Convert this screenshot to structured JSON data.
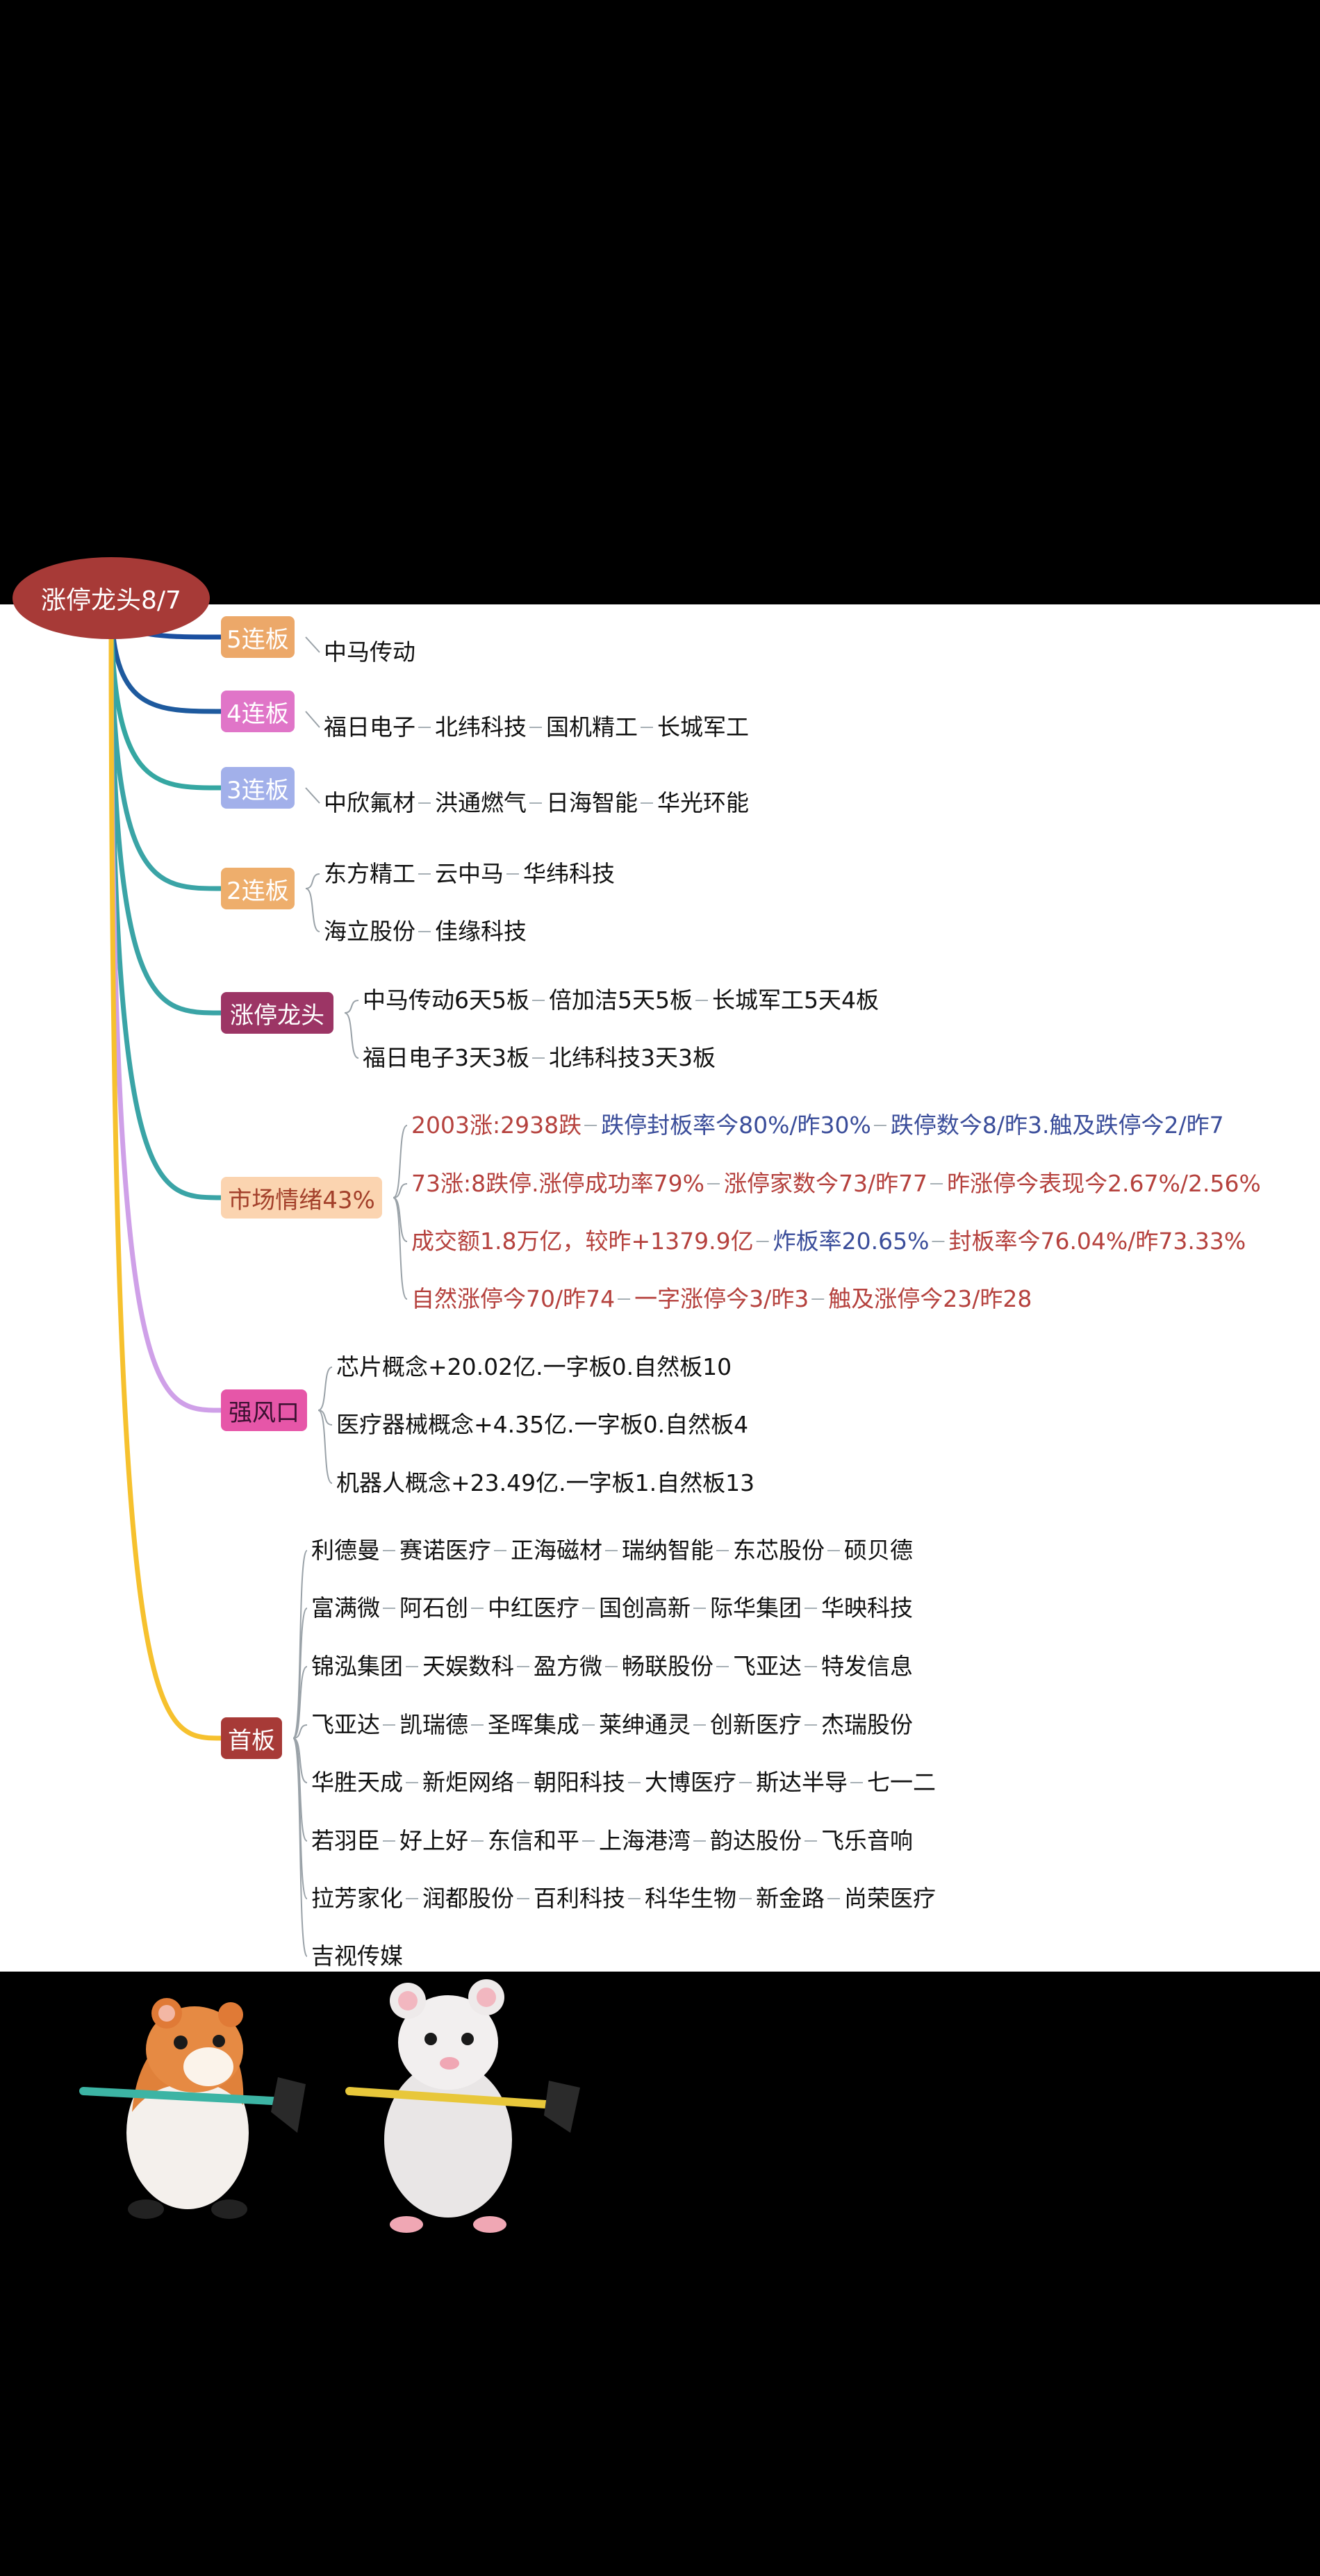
{
  "root": {
    "label": "涨停龙头8/7",
    "color": "#a73a37"
  },
  "categories": [
    {
      "id": "five",
      "label": "5连板",
      "color": "#eca869",
      "text_color": "#ffffff"
    },
    {
      "id": "four",
      "label": "4连板",
      "color": "#e075c8",
      "text_color": "#ffffff"
    },
    {
      "id": "three",
      "label": "3连板",
      "color": "#a2b0ea",
      "text_color": "#ffffff"
    },
    {
      "id": "two",
      "label": "2连板",
      "color": "#eeae6c",
      "text_color": "#ffffff"
    },
    {
      "id": "leader",
      "label": "涨停龙头",
      "color": "#9c3565",
      "text_color": "#ffffff"
    },
    {
      "id": "mood",
      "label": "市场情绪43%",
      "color": "#fbd4b0",
      "text_color": "#a3402b"
    },
    {
      "id": "wind",
      "label": "强风口",
      "color": "#e656a8",
      "text_color": "#3a1030"
    },
    {
      "id": "first",
      "label": "首板",
      "color": "#a73a37",
      "text_color": "#ffffff"
    }
  ],
  "rows": {
    "five": [
      [
        "中马传动"
      ]
    ],
    "four": [
      [
        "福日电子",
        "北纬科技",
        "国机精工",
        "长城军工"
      ]
    ],
    "three": [
      [
        "中欣氟材",
        "洪通燃气",
        "日海智能",
        "华光环能"
      ]
    ],
    "two": [
      [
        "东方精工",
        "云中马",
        "华纬科技"
      ],
      [
        "海立股份",
        "佳缘科技"
      ]
    ],
    "leader": [
      [
        "中马传动6天5板",
        "倍加洁5天5板",
        "长城军工5天4板"
      ],
      [
        "福日电子3天3板",
        "北纬科技3天3板"
      ]
    ],
    "mood": [
      [
        {
          "t": "2003涨:2938跌",
          "c": "red"
        },
        {
          "t": "跌停封板率今80%/昨30%",
          "c": "blue"
        },
        {
          "t": "跌停数今8/昨3.触及跌停今2/昨7",
          "c": "blue"
        }
      ],
      [
        {
          "t": "73涨:8跌停.涨停成功率79%",
          "c": "red"
        },
        {
          "t": "涨停家数今73/昨77",
          "c": "red"
        },
        {
          "t": "昨涨停今表现今2.67%/2.56%",
          "c": "red"
        }
      ],
      [
        {
          "t": "成交额1.8万亿，较昨+1379.9亿",
          "c": "red"
        },
        {
          "t": "炸板率20.65%",
          "c": "blue"
        },
        {
          "t": "封板率今76.04%/昨73.33%",
          "c": "red"
        }
      ],
      [
        {
          "t": "自然涨停今70/昨74",
          "c": "red"
        },
        {
          "t": "一字涨停今3/昨3",
          "c": "red"
        },
        {
          "t": "触及涨停今23/昨28",
          "c": "red"
        }
      ]
    ],
    "wind": [
      [
        "芯片概念+20.02亿.一字板0.自然板10"
      ],
      [
        "医疗器械概念+4.35亿.一字板0.自然板4"
      ],
      [
        "机器人概念+23.49亿.一字板1.自然板13"
      ]
    ],
    "first": [
      [
        "利德曼",
        "赛诺医疗",
        "正海磁材",
        "瑞纳智能",
        "东芯股份",
        "硕贝德"
      ],
      [
        "富满微",
        "阿石创",
        "中红医疗",
        "国创高新",
        "际华集团",
        "华映科技"
      ],
      [
        "锦泓集团",
        "天娱数科",
        "盈方微",
        "畅联股份",
        "飞亚达",
        "特发信息"
      ],
      [
        "飞亚达",
        "凯瑞德",
        "圣晖集成",
        "莱绅通灵",
        "创新医疗",
        "杰瑞股份"
      ],
      [
        "华胜天成",
        "新炬网络",
        "朝阳科技",
        "大博医疗",
        "斯达半导",
        "七一二"
      ],
      [
        "若羽臣",
        "好上好",
        "东信和平",
        "上海港湾",
        "韵达股份",
        "飞乐音响"
      ],
      [
        "拉芳家化",
        "润都股份",
        "百利科技",
        "科华生物",
        "新金路",
        "尚荣医疗"
      ],
      [
        "吉视传媒"
      ]
    ]
  },
  "branch_colors": {
    "five": "#1a4fa0",
    "four": "#1e5a9e",
    "three": "#35a7a2",
    "two": "#3aa4a6",
    "leader": "#3aa4a6",
    "mood": "#3aa4a6",
    "wind": "#cfa0e8",
    "first": "#f6c12e"
  }
}
